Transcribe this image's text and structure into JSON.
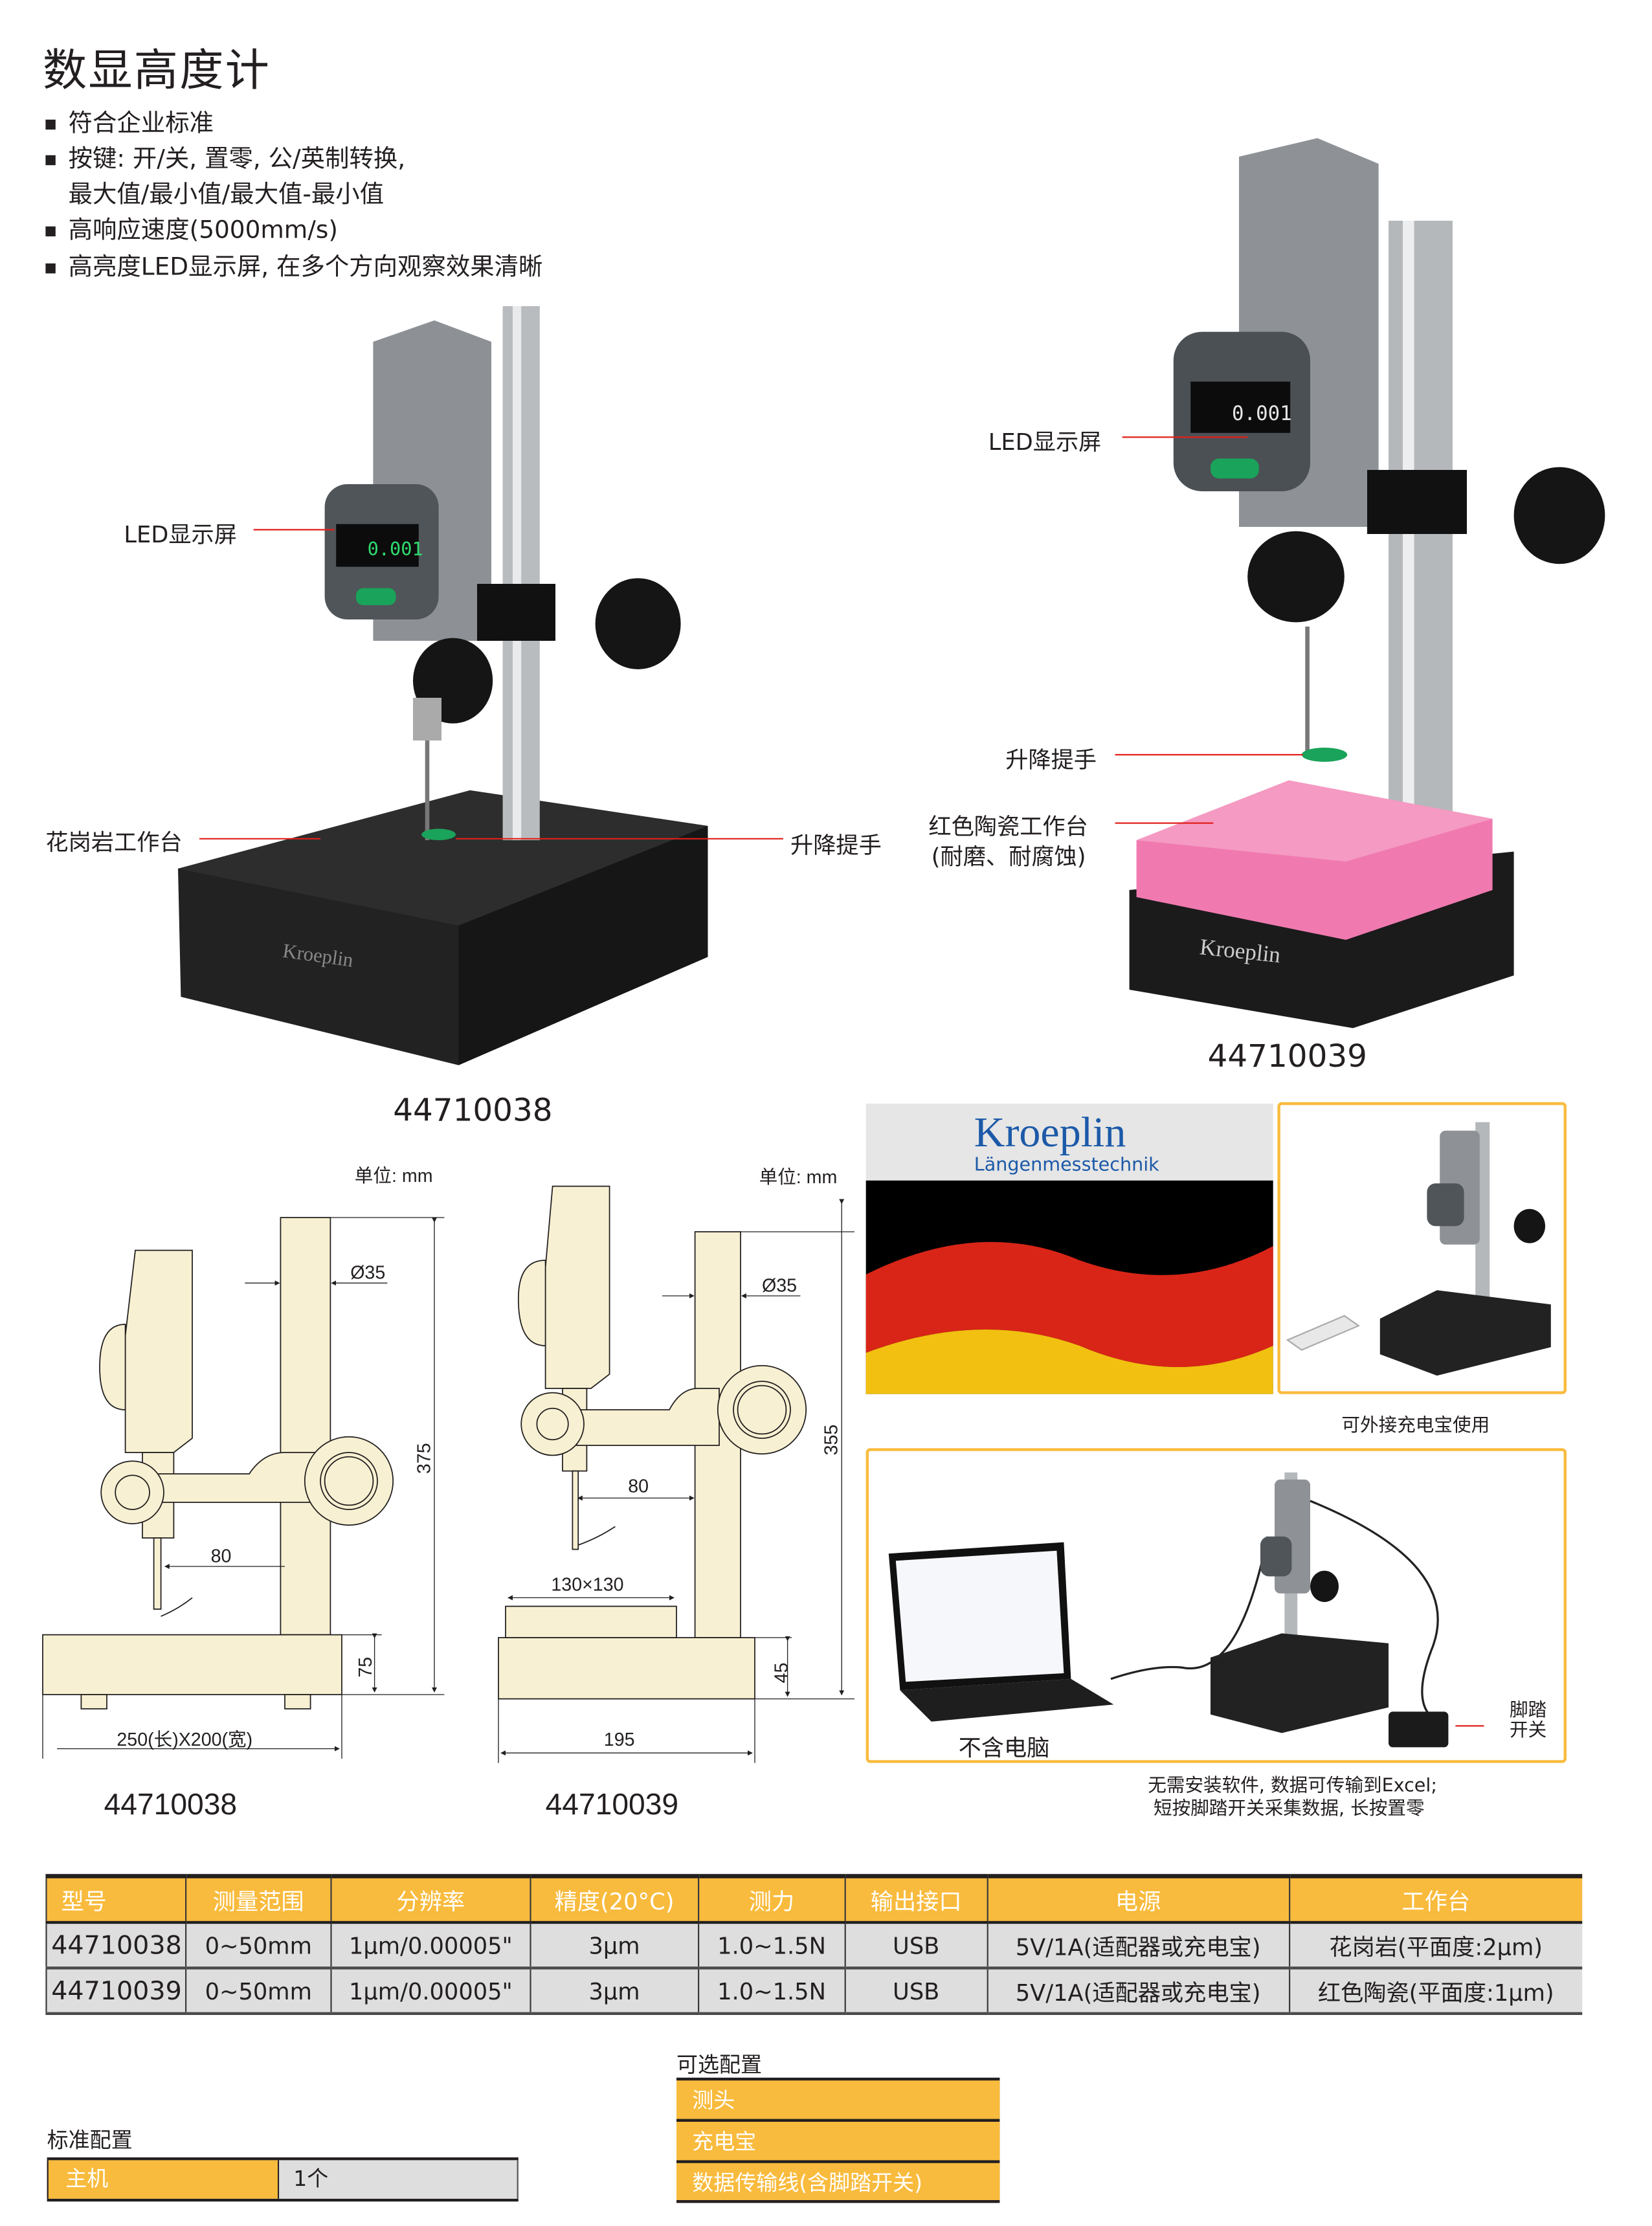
{
  "title": "数显高度计",
  "features": [
    "符合企业标准",
    "按键: 开/关, 置零, 公/英制转换,",
    "最大值/最小值/最大值-最小值",
    "高响应速度(5000mm/s)",
    "高亮度LED显示屏, 在多个方向观察效果清晰"
  ],
  "photo1": {
    "led_label": "LED显示屏",
    "table_label": "花岗岩工作台",
    "lift_label": "升降提手",
    "model": "44710038",
    "display_value": "0.001",
    "brand": "Kroeplin"
  },
  "photo2": {
    "led_label": "LED显示屏",
    "lift_label": "升降提手",
    "table_label": "红色陶瓷工作台",
    "table_note": "(耐磨、耐腐蚀)",
    "model": "44710039",
    "display_value": "0.001",
    "brand": "Kroeplin"
  },
  "drawing1": {
    "unit": "单位: mm",
    "diameter": "Ø35",
    "height": "375",
    "reach": "80",
    "base_height": "75",
    "base_size": "250(长)X200(宽)",
    "model": "44710038"
  },
  "drawing2": {
    "unit": "单位: mm",
    "diameter": "Ø35",
    "height": "355",
    "reach": "80",
    "plate": "130×130",
    "base_height": "45",
    "base_width": "195",
    "model": "44710039"
  },
  "brand_banner": {
    "name": "Kroeplin",
    "tagline": "Längenmesstechnik"
  },
  "powerbank_caption": "可外接充电宝使用",
  "pc_setup": {
    "no_pc_label": "不含电脑",
    "footswitch_label_1": "脚踏",
    "footswitch_label_2": "开关",
    "caption_1": "无需安装软件, 数据可传输到Excel;",
    "caption_2": "短按脚踏开关采集数据, 长按置零"
  },
  "spec_table": {
    "headers": [
      "型号",
      "测量范围",
      "分辨率",
      "精度(20°C)",
      "测力",
      "输出接口",
      "电源",
      "工作台"
    ],
    "rows": [
      [
        "44710038",
        "0~50mm",
        "1μm/0.00005\"",
        "3μm",
        "1.0~1.5N",
        "USB",
        "5V/1A(适配器或充电宝)",
        "花岗岩(平面度:2μm)"
      ],
      [
        "44710039",
        "0~50mm",
        "1μm/0.00005\"",
        "3μm",
        "1.0~1.5N",
        "USB",
        "5V/1A(适配器或充电宝)",
        "红色陶瓷(平面度:1μm)"
      ]
    ]
  },
  "standard_config": {
    "title": "标准配置",
    "item": "主机",
    "qty": "1个"
  },
  "optional_config": {
    "title": "可选配置",
    "items": [
      "测头",
      "充电宝",
      "数据传输线(含脚踏开关)"
    ]
  },
  "colors": {
    "accent": "#f9bb3d",
    "row_bg": "#dedede",
    "drawing_fill": "#f7f0d2",
    "leader": "#e0201b"
  }
}
